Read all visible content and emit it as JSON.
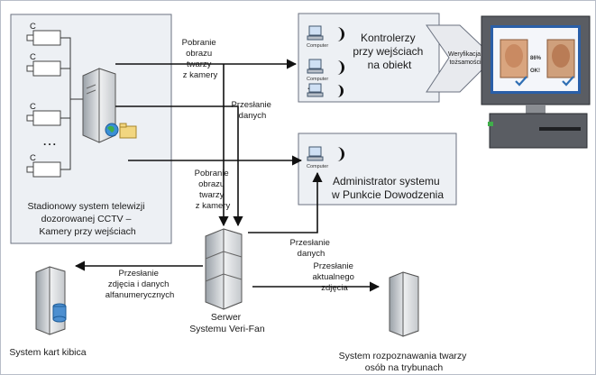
{
  "cctv_box": {
    "camera_marker": "C",
    "ellipsis": "...",
    "title_lines": [
      "Stadionowy system telewizji",
      "dozorowanej CCTV –",
      "Kamery przy wejściach"
    ]
  },
  "controllers_box": {
    "title_lines": [
      "Kontrolerzy",
      "przy wejściach",
      "na obiekt"
    ],
    "computer_label": "Computer",
    "ellipsis": "..."
  },
  "admin_box": {
    "title_lines": [
      "Administrator systemu",
      "w Punkcie Dowodzenia"
    ],
    "computer_label": "Computer"
  },
  "verification": {
    "label_lines": [
      "Weryfikacja",
      "tożsamości"
    ],
    "match_percent": "86%",
    "ok_label": "OK!"
  },
  "flows": {
    "download_image_top": [
      "Pobranie",
      "obrazu",
      "twarzy",
      "z kamery"
    ],
    "send_data_top": [
      "Przesłanie",
      "danych"
    ],
    "download_image_mid": [
      "Pobranie",
      "obrazu",
      "twarzy",
      "z kamery"
    ],
    "send_data_right": [
      "Przesłanie",
      "danych"
    ],
    "send_photo_data": [
      "Przesłanie",
      "zdjęcia i danych",
      "alfanumerycznych"
    ],
    "send_current_photo": [
      "Przesłanie",
      "aktualnego",
      "zdjęcia"
    ]
  },
  "nodes": {
    "server_lines": [
      "Serwer",
      "Systemu Veri-Fan"
    ],
    "fan_card_label": "System kart kibica",
    "face_recognition_lines": [
      "System rozpoznawania twarzy",
      "osób na trybunach"
    ]
  },
  "colors": {
    "box_fill": "#edf0f4",
    "box_border": "#6b7280",
    "arrow_fill": "#e8eaee",
    "connector": "#111111",
    "accent_blue": "#2f6fb4",
    "monitor_screen": "#2a5fa8"
  }
}
